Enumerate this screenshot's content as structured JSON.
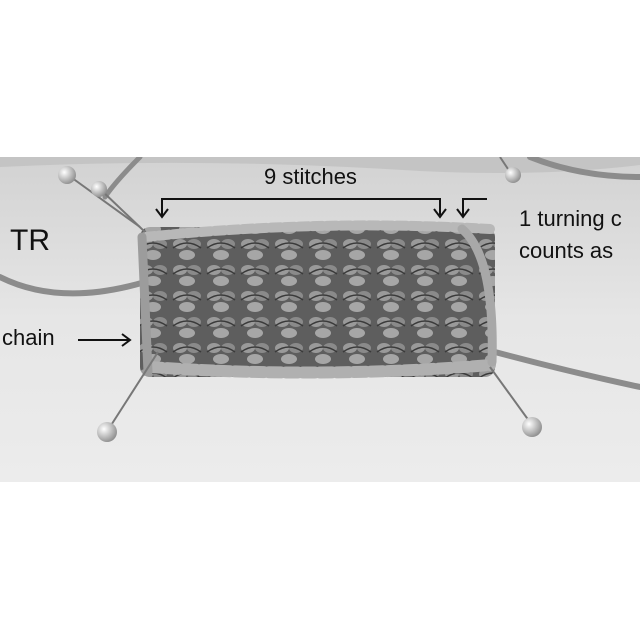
{
  "labels": {
    "technique": "TR",
    "stitch_count": "9 stitches",
    "turning_line1": "1 turning c",
    "turning_line2": "counts as",
    "chain": "chain"
  }
}
